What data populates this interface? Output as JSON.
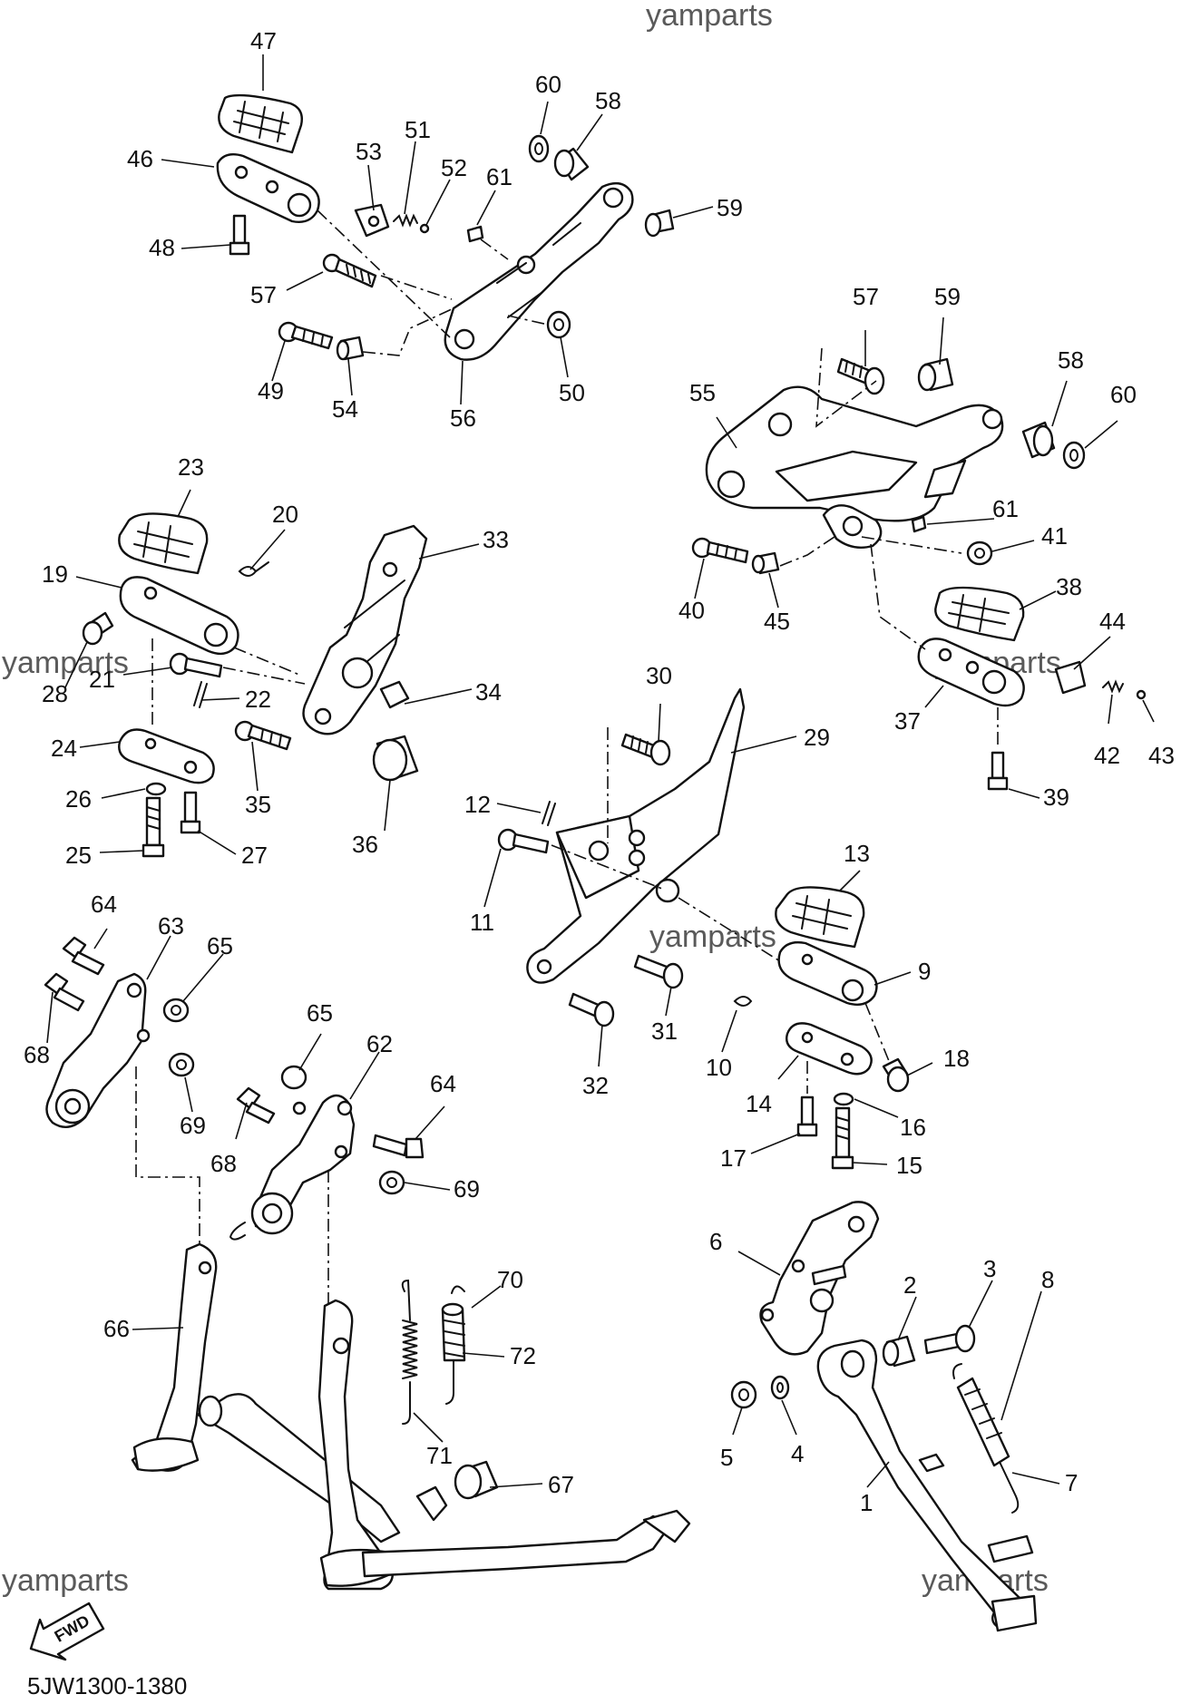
{
  "diagram": {
    "watermark": "yamparts",
    "code": "5JW1300-1380",
    "fwd": "FWD",
    "labels": {
      "l47": "47",
      "l46": "46",
      "l48": "48",
      "l53": "53",
      "l51": "51",
      "l52": "52",
      "l61a": "61",
      "l60a": "60",
      "l58a": "58",
      "l59a": "59",
      "l57a": "57",
      "l49": "49",
      "l54": "54",
      "l56": "56",
      "l50": "50",
      "l57b": "57",
      "l59b": "59",
      "l55": "55",
      "l58b": "58",
      "l60b": "60",
      "l61b": "61",
      "l41": "41",
      "l40": "40",
      "l45": "45",
      "l38": "38",
      "l44": "44",
      "l37": "37",
      "l42": "42",
      "l43": "43",
      "l39": "39",
      "l23": "23",
      "l20": "20",
      "l33": "33",
      "l19": "19",
      "l28": "28",
      "l21": "21",
      "l22": "22",
      "l34": "34",
      "l24": "24",
      "l26": "26",
      "l35": "35",
      "l36": "36",
      "l25": "25",
      "l27": "27",
      "l30": "30",
      "l29": "29",
      "l12": "12",
      "l11": "11",
      "l13": "13",
      "l9": "9",
      "l31": "31",
      "l32": "32",
      "l10": "10",
      "l18": "18",
      "l14": "14",
      "l16": "16",
      "l17": "17",
      "l15": "15",
      "l64a": "64",
      "l63": "63",
      "l65a": "65",
      "l68a": "68",
      "l69a": "69",
      "l65b": "65",
      "l62": "62",
      "l64b": "64",
      "l68b": "68",
      "l69b": "69",
      "l6": "6",
      "l2": "2",
      "l3": "3",
      "l5": "5",
      "l4": "4",
      "l8": "8",
      "l7": "7",
      "l1": "1",
      "l66": "66",
      "l70": "70",
      "l72": "72",
      "l71": "71",
      "l67": "67"
    }
  }
}
